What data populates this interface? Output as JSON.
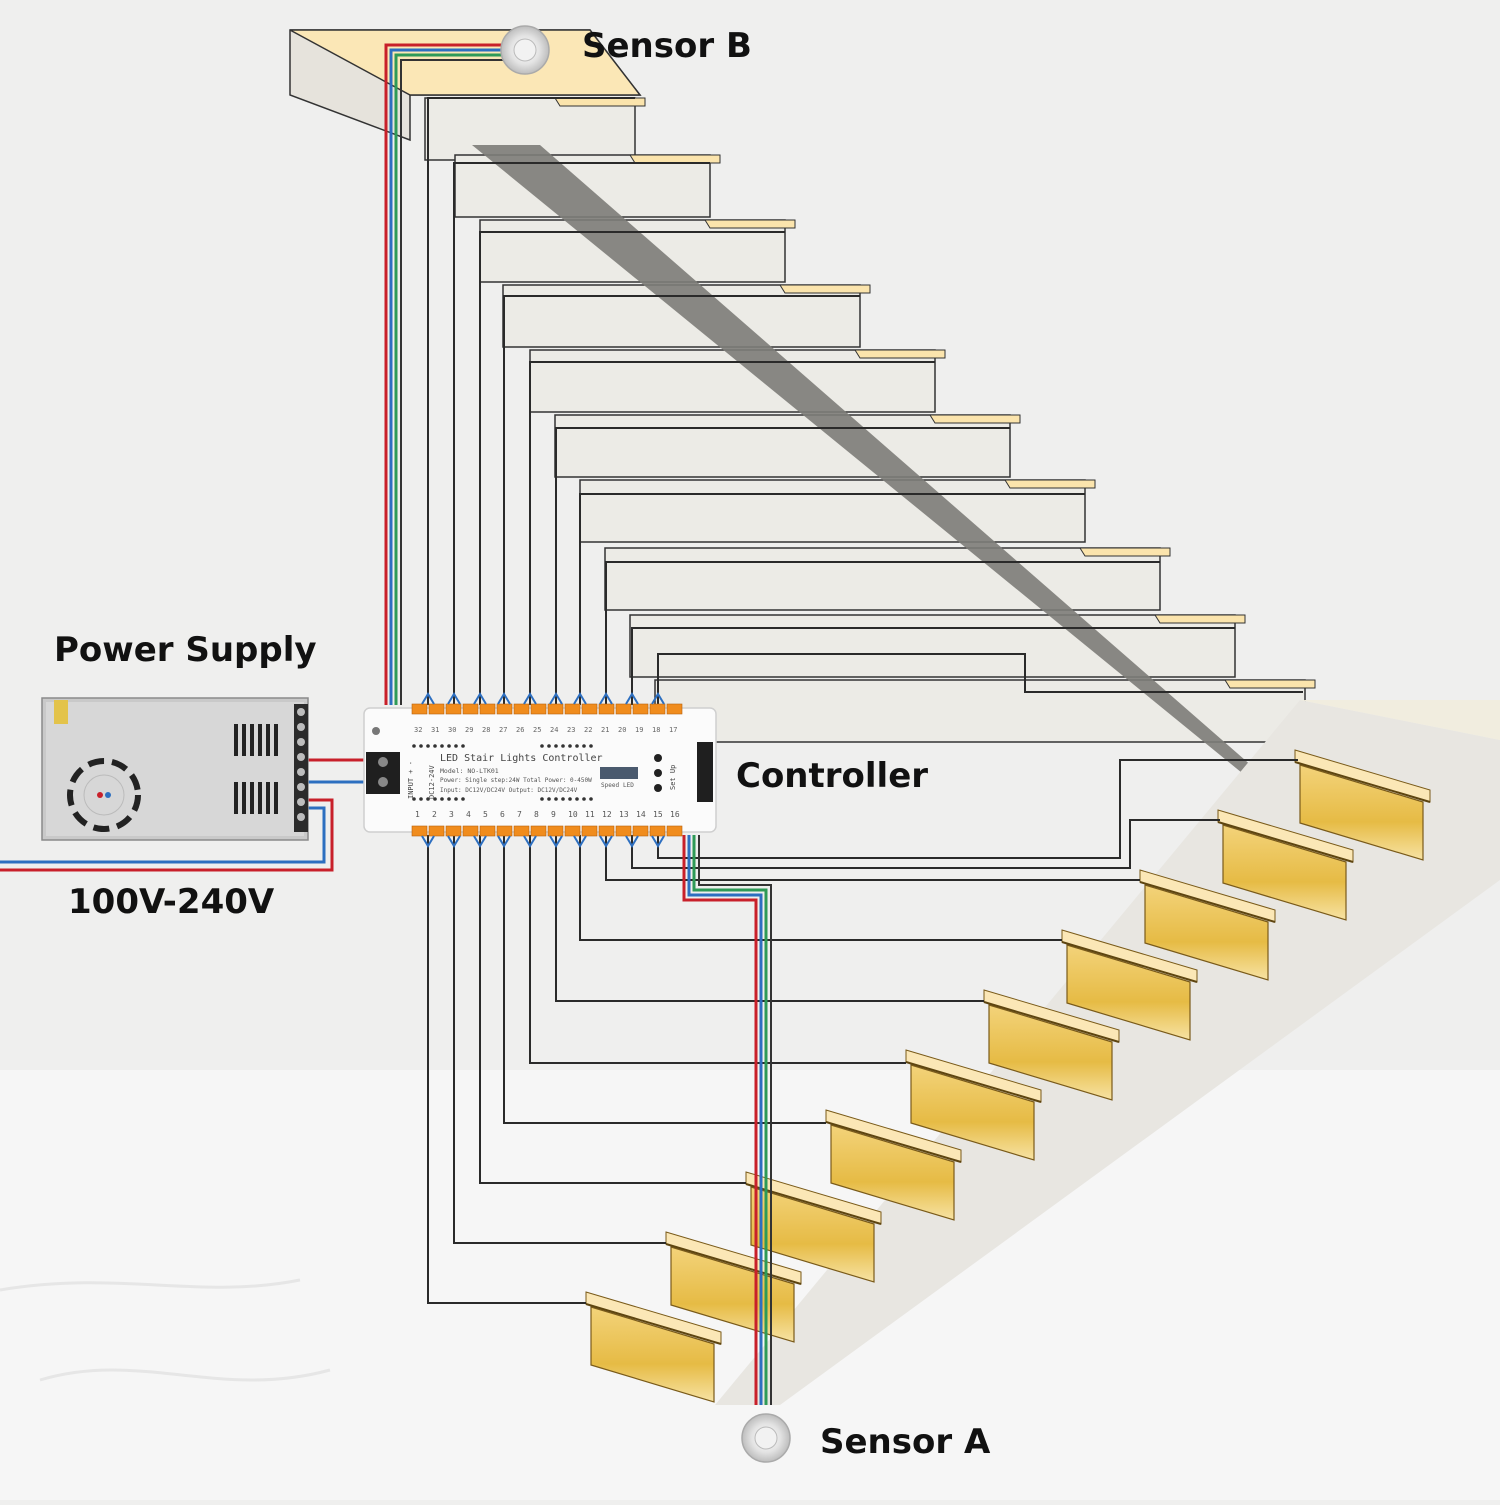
{
  "labels": {
    "sensor_b": "Sensor B",
    "sensor_a": "Sensor A",
    "power_supply": "Power Supply",
    "voltage": "100V-240V",
    "controller": "Controller"
  },
  "controller": {
    "title": "LED Stair Lights Controller",
    "model": "Model: NO-LTK01",
    "power": "Power: Single step:24W  Total Power: 0-450W",
    "io": "Input: DC12V/DC24V  Output: DC12V/DC24V",
    "input_label": "INPUT + -",
    "input_voltage": "DC12-24V",
    "speed": "Speed",
    "led": "LED",
    "setup": "Set Up",
    "top_channels": [
      "32",
      "31",
      "30",
      "29",
      "28",
      "27",
      "26",
      "25",
      "24",
      "23",
      "22",
      "21",
      "20",
      "19",
      "18",
      "17"
    ],
    "bottom_channels": [
      "1",
      "2",
      "3",
      "4",
      "5",
      "6",
      "7",
      "8",
      "9",
      "10",
      "11",
      "12",
      "13",
      "14",
      "15",
      "16"
    ]
  },
  "colors": {
    "wall": "#efefee",
    "floor": "#f7f7f7",
    "stair": "#e9e6e0",
    "tread_light": "#fbe4ac",
    "led_gold": "#e8bf4c",
    "wire_red": "#c8202a",
    "wire_blue": "#2d6fc0",
    "wire_green": "#2e9a57",
    "terminal_orange": "#f08c1d"
  }
}
